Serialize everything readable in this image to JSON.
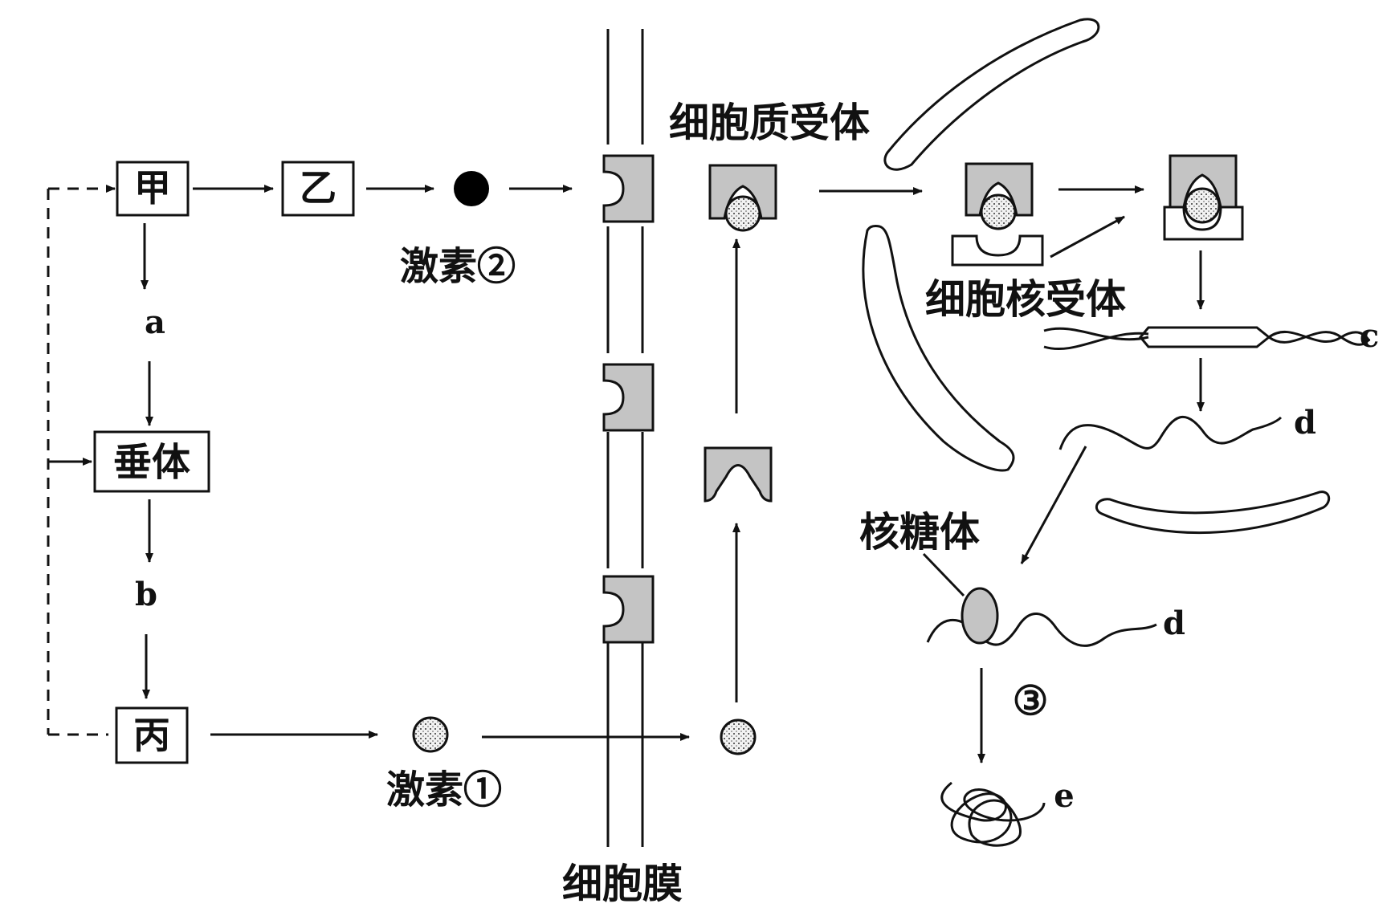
{
  "boxes": {
    "jia": "甲",
    "yi": "乙",
    "chuiti": "垂体",
    "bing": "丙"
  },
  "labels": {
    "a": "a",
    "b": "b",
    "c": "c",
    "d_top": "d",
    "d_bottom": "d",
    "e": "e",
    "hormone1": "激素①",
    "hormone2": "激素②",
    "process3": "③",
    "cell_membrane": "细胞膜",
    "cytoplasm_receptor": "细胞质受体",
    "nuclear_receptor": "细胞核受体",
    "ribosome": "核糖体"
  },
  "colors": {
    "receptor_fill": "#c4c4c4",
    "line": "#111111",
    "background": "#ffffff"
  }
}
